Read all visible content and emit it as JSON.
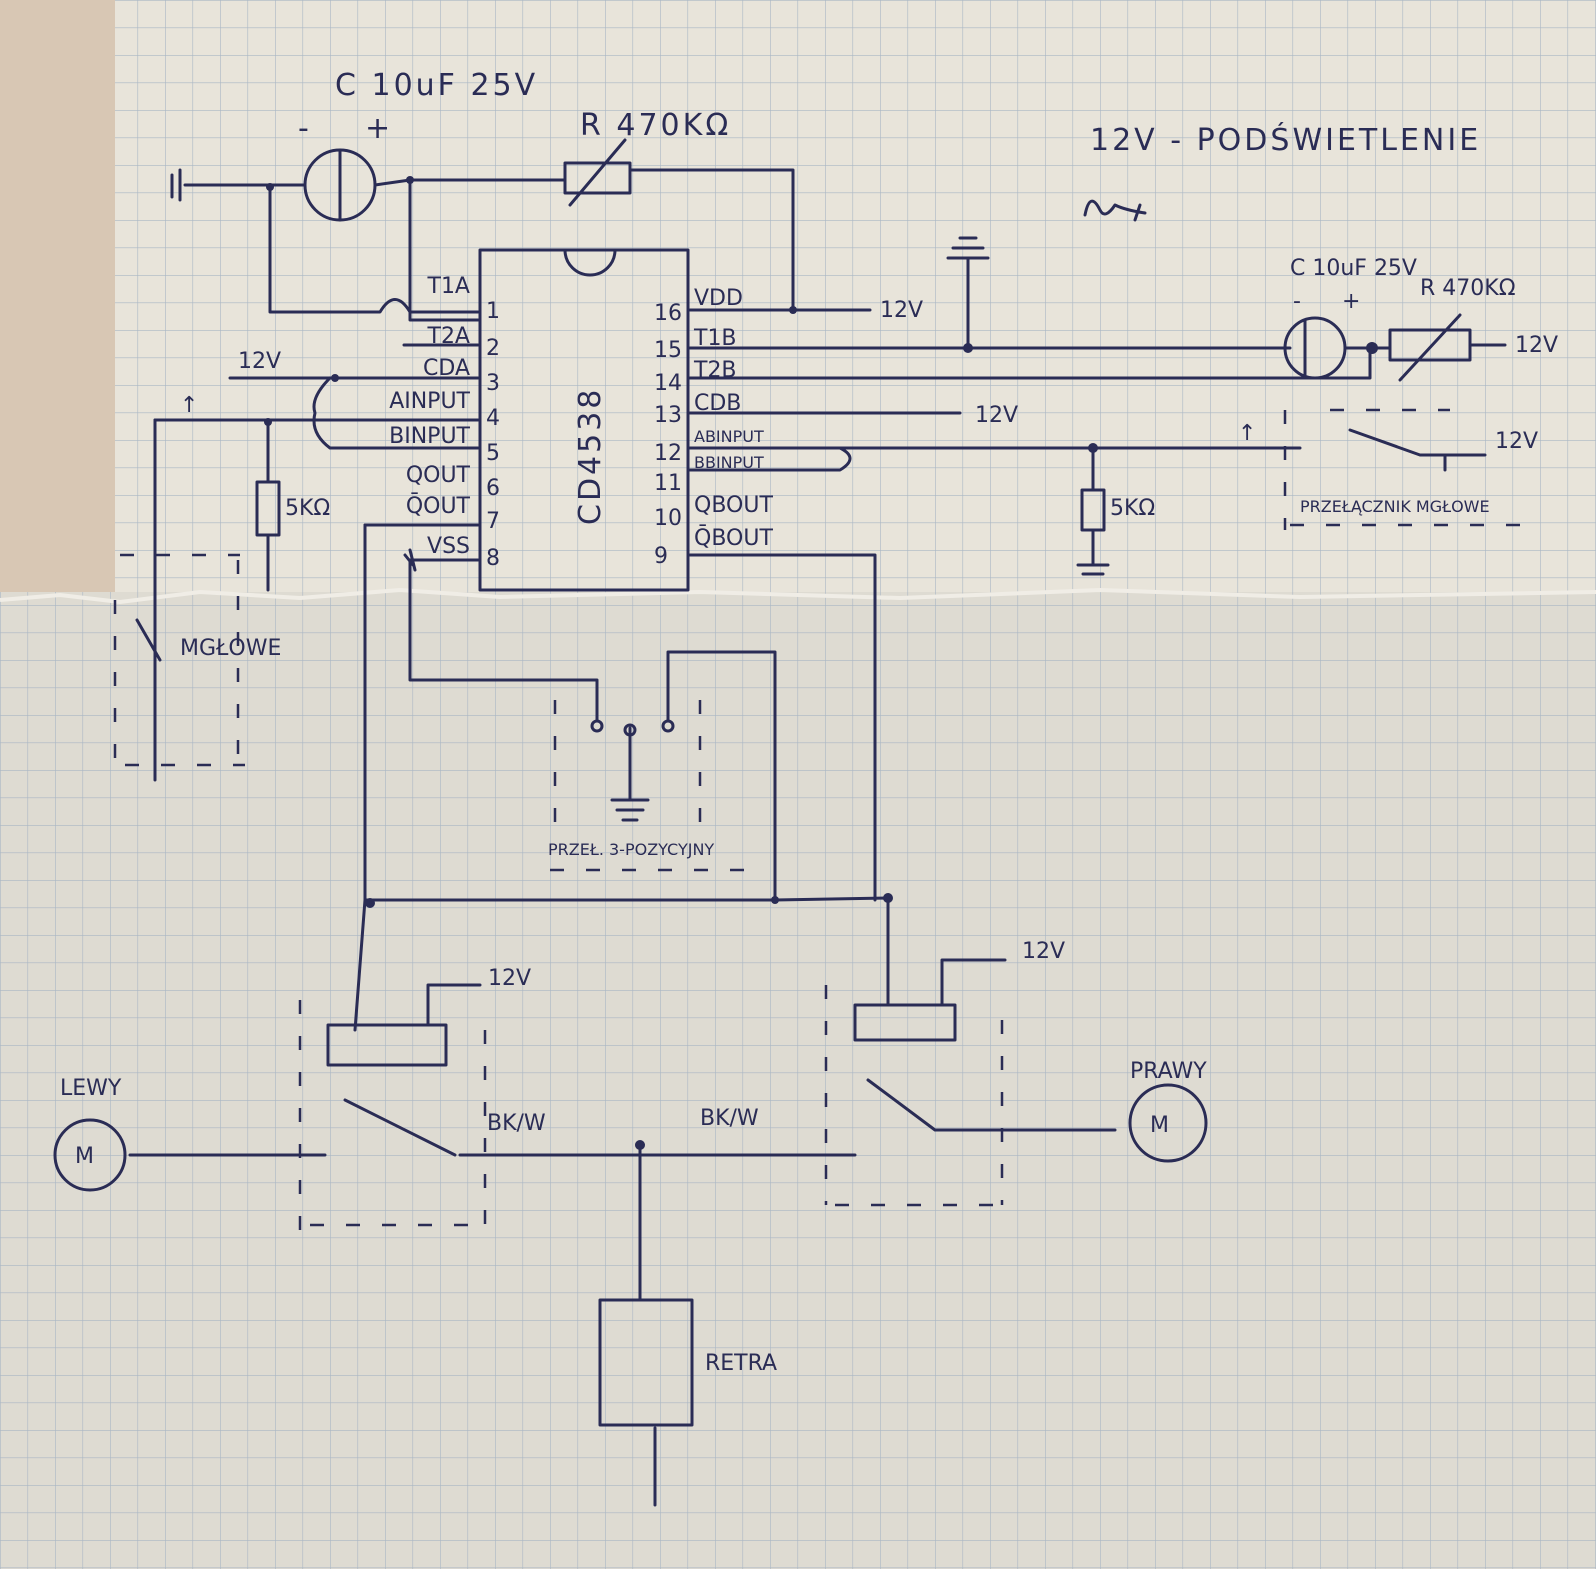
{
  "colors": {
    "ink": "#2a2c55",
    "paper": "#e6e2d8",
    "grid": "#a9b6c4"
  },
  "title": "12V - PODŚWIETLENIE",
  "signature": "signature",
  "chip": {
    "name": "CD4538",
    "left_pins": [
      {
        "label": "T1A",
        "num": "1"
      },
      {
        "label": "T2A",
        "num": "2"
      },
      {
        "label": "CDA",
        "num": "3"
      },
      {
        "label": "AINPUT",
        "num": "4"
      },
      {
        "label": "BINPUT",
        "num": "5"
      },
      {
        "label": "QOUT",
        "num": "6"
      },
      {
        "label": "Q̄OUT",
        "num": "7"
      },
      {
        "label": "VSS",
        "num": "8"
      }
    ],
    "right_pins": [
      {
        "label": "VDD",
        "num": "16"
      },
      {
        "label": "T1B",
        "num": "15"
      },
      {
        "label": "T2B",
        "num": "14"
      },
      {
        "label": "CDB",
        "num": "13"
      },
      {
        "label": "ABINPUT",
        "num": "12"
      },
      {
        "label": "BBINPUT",
        "num": "11"
      },
      {
        "label": "QBOUT",
        "num": "10"
      },
      {
        "label": "Q̄BOUT",
        "num": "9"
      }
    ]
  },
  "components": {
    "cap_left": {
      "label": "C 10uF 25V",
      "minus": "-",
      "plus": "+"
    },
    "res_left": {
      "label": "R 470KΩ"
    },
    "cap_right": {
      "label": "C 10uF 25V",
      "minus": "-",
      "plus": "+"
    },
    "res_right": {
      "label": "R 470KΩ"
    },
    "res5k_left": {
      "label": "5KΩ"
    },
    "res5k_right": {
      "label": "5KΩ"
    },
    "switch_left": {
      "label": "MGŁOWE"
    },
    "switch_right": {
      "label": "PRZEŁĄCZNIK MGŁOWE"
    },
    "switch_3pos": {
      "label": "PRZEŁ. 3-POZYCYJNY"
    },
    "motor_left": {
      "label": "LEWY",
      "symbol": "M"
    },
    "motor_right": {
      "label": "PRAWY",
      "symbol": "M"
    },
    "retra": {
      "label": "RETRA"
    },
    "bk_w_left": "BK/W",
    "bk_w_right": "BK/W",
    "arrow_up": "↑"
  },
  "supply_labels": {
    "vdd": "12V",
    "cda": "12V",
    "cdb": "12V",
    "r_right": "12V",
    "switch_right": "12V",
    "relay_left": "12V",
    "relay_right": "12V"
  }
}
